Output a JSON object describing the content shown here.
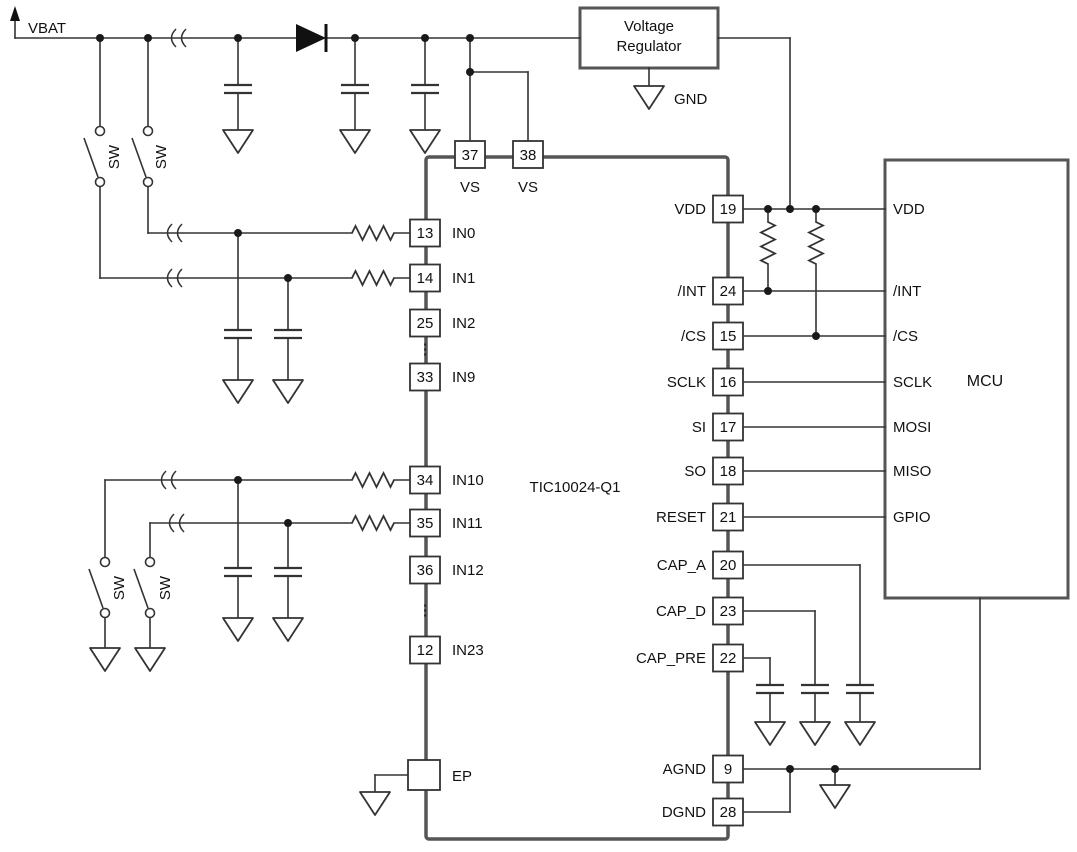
{
  "schematic": {
    "battery_label": "VBAT",
    "switch_label": "SW",
    "ellipsis": "⋮",
    "regulator": {
      "line1": "Voltage",
      "line2": "Regulator",
      "gnd_label": "GND"
    },
    "ic": {
      "name": "TIC10024-Q1",
      "ep_label": "EP",
      "top_pins": [
        {
          "num": "37",
          "name": "VS"
        },
        {
          "num": "38",
          "name": "VS"
        }
      ],
      "left_pins": [
        {
          "num": "13",
          "name": "IN0"
        },
        {
          "num": "14",
          "name": "IN1"
        },
        {
          "num": "25",
          "name": "IN2"
        },
        {
          "num": "33",
          "name": "IN9"
        },
        {
          "num": "34",
          "name": "IN10"
        },
        {
          "num": "35",
          "name": "IN11"
        },
        {
          "num": "36",
          "name": "IN12"
        },
        {
          "num": "12",
          "name": "IN23"
        }
      ],
      "right_pins": [
        {
          "name": "VDD",
          "num": "19"
        },
        {
          "name": "/INT",
          "num": "24"
        },
        {
          "name": "/CS",
          "num": "15"
        },
        {
          "name": "SCLK",
          "num": "16"
        },
        {
          "name": "SI",
          "num": "17"
        },
        {
          "name": "SO",
          "num": "18"
        },
        {
          "name": "RESET",
          "num": "21"
        },
        {
          "name": "CAP_A",
          "num": "20"
        },
        {
          "name": "CAP_D",
          "num": "23"
        },
        {
          "name": "CAP_PRE",
          "num": "22"
        },
        {
          "name": "AGND",
          "num": "9"
        },
        {
          "name": "DGND",
          "num": "28"
        }
      ]
    },
    "mcu": {
      "name": "MCU",
      "pins": [
        "VDD",
        "/INT",
        "/CS",
        "SCLK",
        "MOSI",
        "MISO",
        "GPIO"
      ]
    }
  }
}
